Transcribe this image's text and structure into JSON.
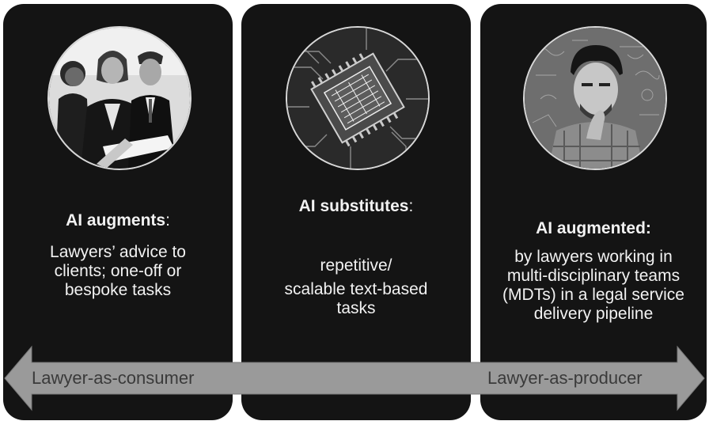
{
  "panels": [
    {
      "heading": "AI augments",
      "heading_suffix": ":",
      "body": [
        "Lawyers’ advice to",
        "clients; one-off or",
        "bespoke tasks"
      ]
    },
    {
      "heading": "AI substitutes",
      "heading_suffix": ":",
      "body": [
        "repetitive/",
        "scalable text-based",
        "tasks"
      ]
    },
    {
      "heading": "AI augmented:",
      "heading_suffix": "",
      "body": [
        "by lawyers working in",
        "multi-disciplinary teams",
        "(MDTs) in a legal service",
        "delivery pipeline"
      ]
    }
  ],
  "arrow": {
    "left_label": "Lawyer-as-consumer",
    "right_label": "Lawyer-as-producer",
    "fill": "#9a9a9a"
  },
  "colors": {
    "panel_bg": "#141414",
    "text": "#f2f2f2"
  }
}
